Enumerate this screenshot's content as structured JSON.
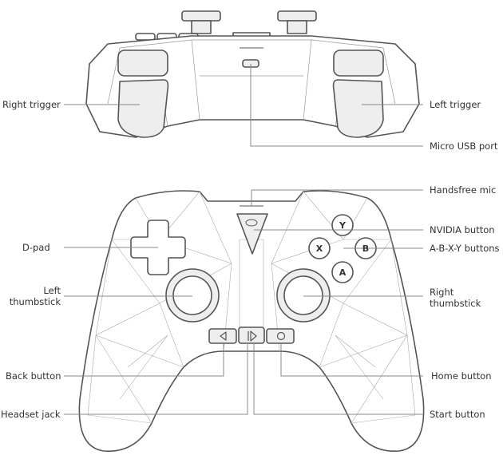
{
  "labels": {
    "right_trigger": "Right trigger",
    "left_trigger": "Left trigger",
    "micro_usb": "Micro USB port",
    "handsfree_mic": "Handsfree mic",
    "dpad": "D-pad",
    "nvidia_button": "NVIDIA button",
    "abxy_buttons": "A-B-X-Y buttons",
    "left_thumbstick_1": "Left",
    "left_thumbstick_2": "thumbstick",
    "right_thumbstick_1": "Right",
    "right_thumbstick_2": "thumbstick",
    "back_button": "Back button",
    "home_button": "Home button",
    "headset_jack": "Headset jack",
    "start_button": "Start button"
  },
  "face_buttons": {
    "y": "Y",
    "x": "X",
    "b": "B",
    "a": "A"
  },
  "colors": {
    "outline": "#555555",
    "fill": "#eeeeee",
    "leader": "#888888"
  }
}
